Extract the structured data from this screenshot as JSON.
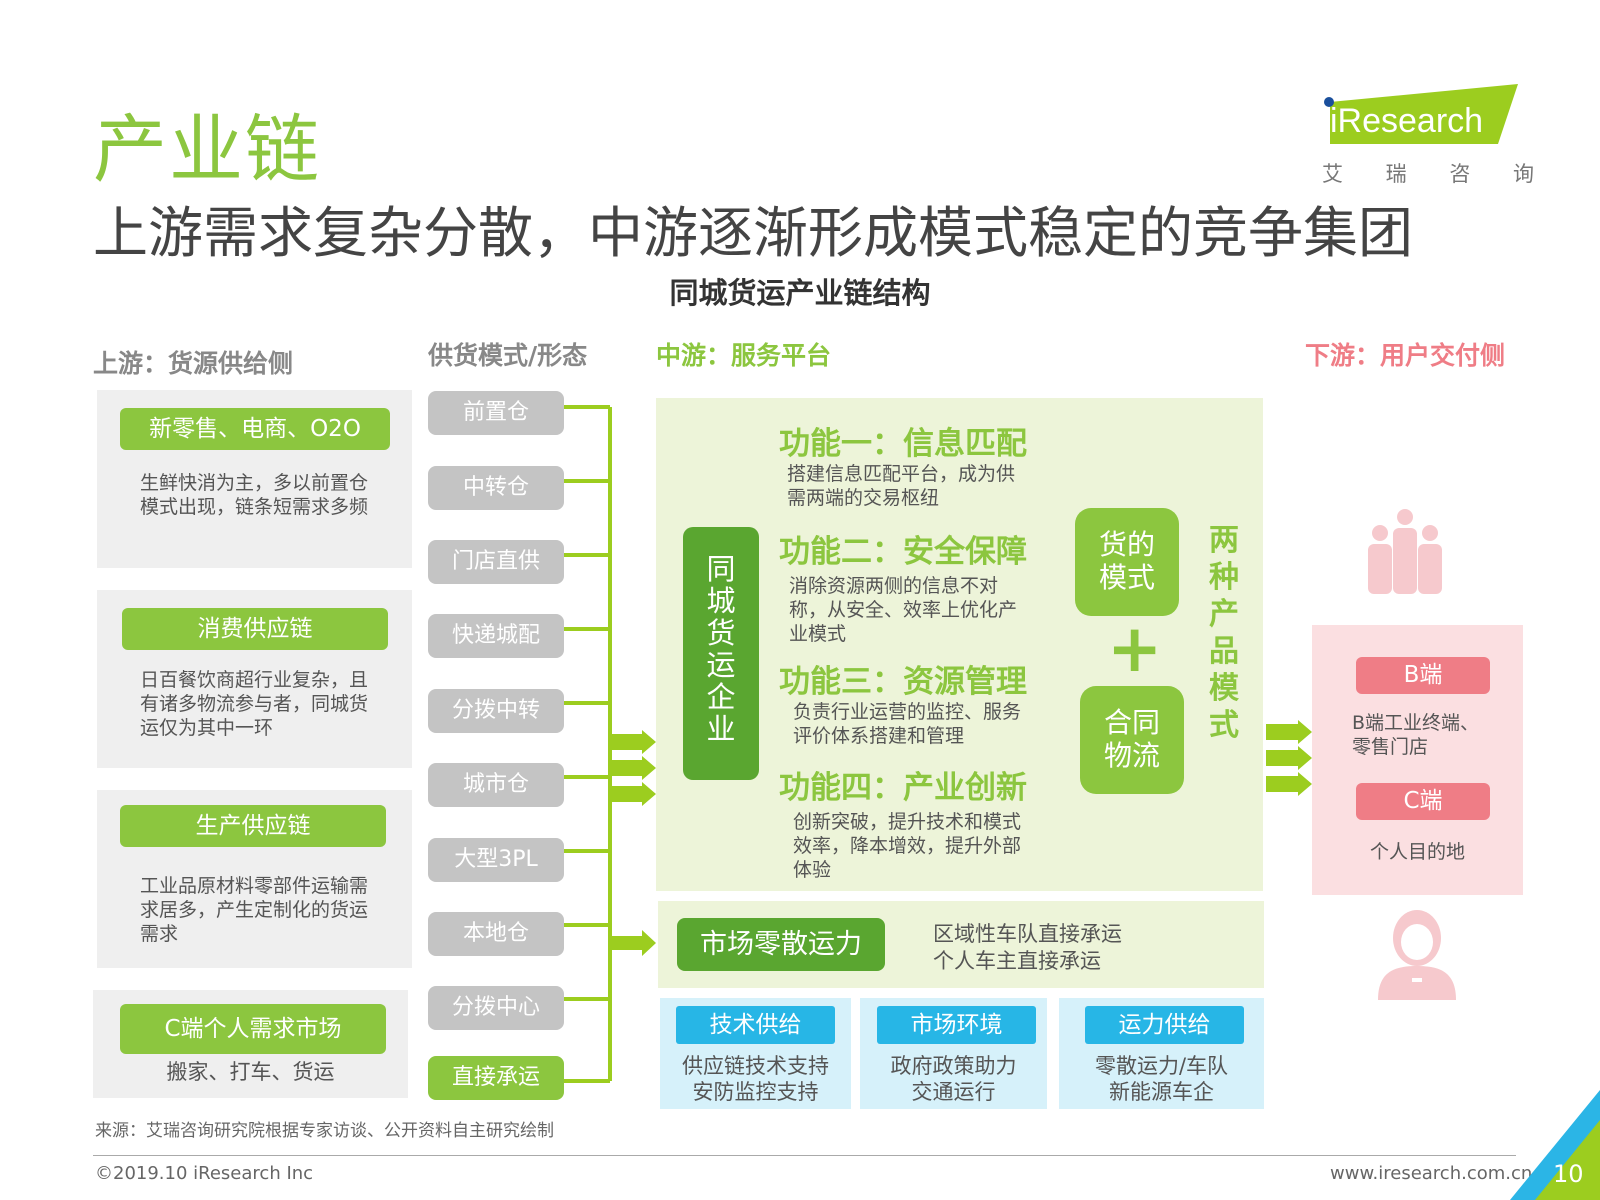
{
  "header": {
    "title": "产业链",
    "subtitle": "上游需求复杂分散，中游逐渐形成模式稳定的竞争集团"
  },
  "logo": {
    "brand": "iResearch",
    "cn": "艾 瑞 咨 询"
  },
  "diagram_title": "同城货运产业链结构",
  "columns": {
    "upstream": "上游：货源供给侧",
    "supply_mode": "供货模式/形态",
    "midstream": "中游：服务平台",
    "downstream": "下游：用户交付侧"
  },
  "upstream": [
    {
      "label": "新零售、电商、O2O",
      "desc": "生鲜快消为主，多以前置仓模式出现，链条短需求多频"
    },
    {
      "label": "消费供应链",
      "desc": "日百餐饮商超行业复杂，且有诸多物流参与者，同城货运仅为其中一环"
    },
    {
      "label": "生产供应链",
      "desc": "工业品原材料零部件运输需求居多，产生定制化的货运需求"
    },
    {
      "label": "C端个人需求市场",
      "desc": "搬家、打车、货运"
    }
  ],
  "supply_modes": [
    "前置仓",
    "中转仓",
    "门店直供",
    "快递城配",
    "分拨中转",
    "城市仓",
    "大型3PL",
    "本地仓",
    "分拨中心",
    "直接承运"
  ],
  "midstream": {
    "enterprise": "同城货运企业",
    "functions": [
      {
        "title": "功能一：信息匹配",
        "desc": "搭建信息匹配平台，成为供需两端的交易枢纽"
      },
      {
        "title": "功能二：安全保障",
        "desc": "消除资源两侧的信息不对称，从安全、效率上优化产业模式"
      },
      {
        "title": "功能三：资源管理",
        "desc": "负责行业运营的监控、服务评价体系搭建和管理"
      },
      {
        "title": "功能四：产业创新",
        "desc": "创新突破，提升技术和模式效率，降本增效，提升外部体验"
      }
    ],
    "mode1": "货的模式",
    "plus": "+",
    "mode2": "合同物流",
    "two_modes": "两种产品模式",
    "market": {
      "label": "市场零散运力",
      "line1": "区域性车队直接承运",
      "line2": "个人车主直接承运"
    },
    "support": [
      {
        "title": "技术供给",
        "line1": "供应链技术支持",
        "line2": "安防监控支持"
      },
      {
        "title": "市场环境",
        "line1": "政府政策助力",
        "line2": "交通运行"
      },
      {
        "title": "运力供给",
        "line1": "零散运力/车队",
        "line2": "新能源车企"
      }
    ]
  },
  "downstream": [
    {
      "label": "B端",
      "desc": "B端工业终端、零售门店"
    },
    {
      "label": "C端",
      "desc": "个人目的地"
    }
  ],
  "footer": {
    "source": "来源：艾瑞咨询研究院根据专家访谈、公开资料自主研究绘制",
    "copyright": "©2019.10 iResearch Inc",
    "url": "www.iresearch.com.cn",
    "page": "10"
  },
  "colors": {
    "green": "#8cc63f",
    "dark_green": "#5aa630",
    "light_green": "#edf4d9",
    "pink": "#ef7d86",
    "light_pink": "#fbdfe1",
    "blue": "#27b6e6",
    "light_blue": "#d6f1fa",
    "gray": "#c4c4c4"
  },
  "icons": [
    "group-people-icon",
    "person-icon",
    "arrow-right-icon"
  ]
}
